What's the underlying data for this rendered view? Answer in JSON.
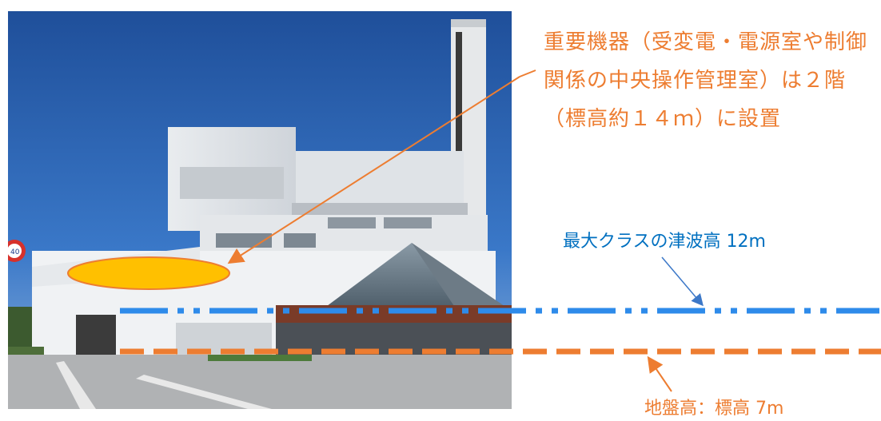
{
  "annotations": {
    "equipment_note": [
      "重要機器（受変電・電源室や制御",
      "関係の中央操作管理室）は２階",
      "（標高約１４ｍ）に設置"
    ],
    "tsunami_label": "最大クラスの津波高 12m",
    "ground_label": "地盤高：標高 7m"
  },
  "colors": {
    "orange": "#ed7d31",
    "blue": "#0070c0",
    "ellipse_fill": "#ffc000",
    "tsunami_line": "#2e8bea"
  },
  "photo": {
    "subject": "waste-incineration-plant-building",
    "sign_text": "40"
  }
}
